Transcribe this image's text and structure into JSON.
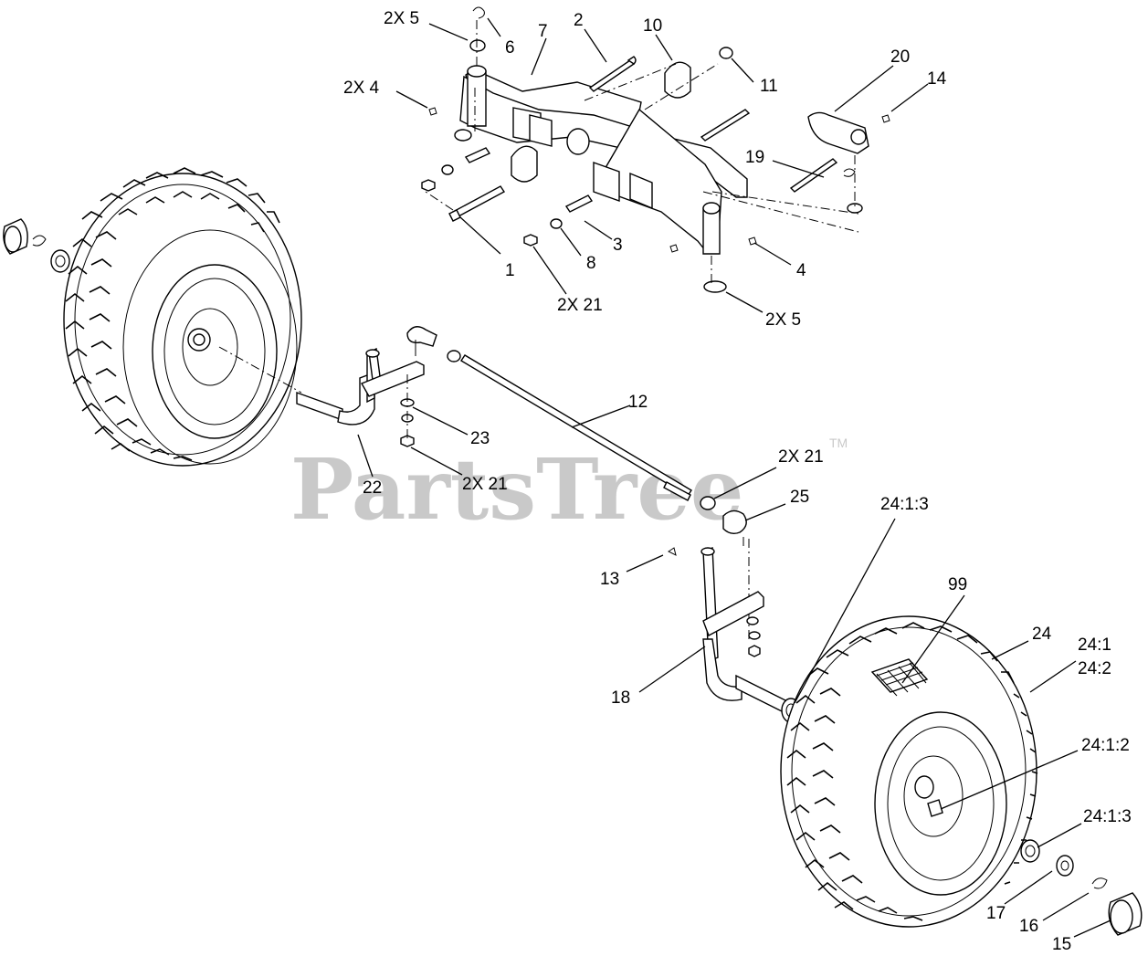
{
  "watermark": {
    "text": "PartsTree",
    "mark": "TM"
  },
  "callouts": {
    "c1": "1",
    "c2": "2",
    "c3": "3",
    "c4_left": "2X 4",
    "c4_right": "4",
    "c5_top": "2X 5",
    "c5_bottom": "2X 5",
    "c6": "6",
    "c7": "7",
    "c8": "8",
    "c10": "10",
    "c11": "11",
    "c12": "12",
    "c13": "13",
    "c14": "14",
    "c15": "15",
    "c16": "16",
    "c17": "17",
    "c18": "18",
    "c19": "19",
    "c20": "20",
    "c21_top": "2X 21",
    "c21_mid": "2X 21",
    "c21_right": "2X 21",
    "c22": "22",
    "c23": "23",
    "c24": "24",
    "c24_1": "24:1",
    "c24_2": "24:2",
    "c24_1_2": "24:1:2",
    "c24_1_3_top": "24:1:3",
    "c24_1_3_bottom": "24:1:3",
    "c25": "25",
    "c99": "99"
  }
}
